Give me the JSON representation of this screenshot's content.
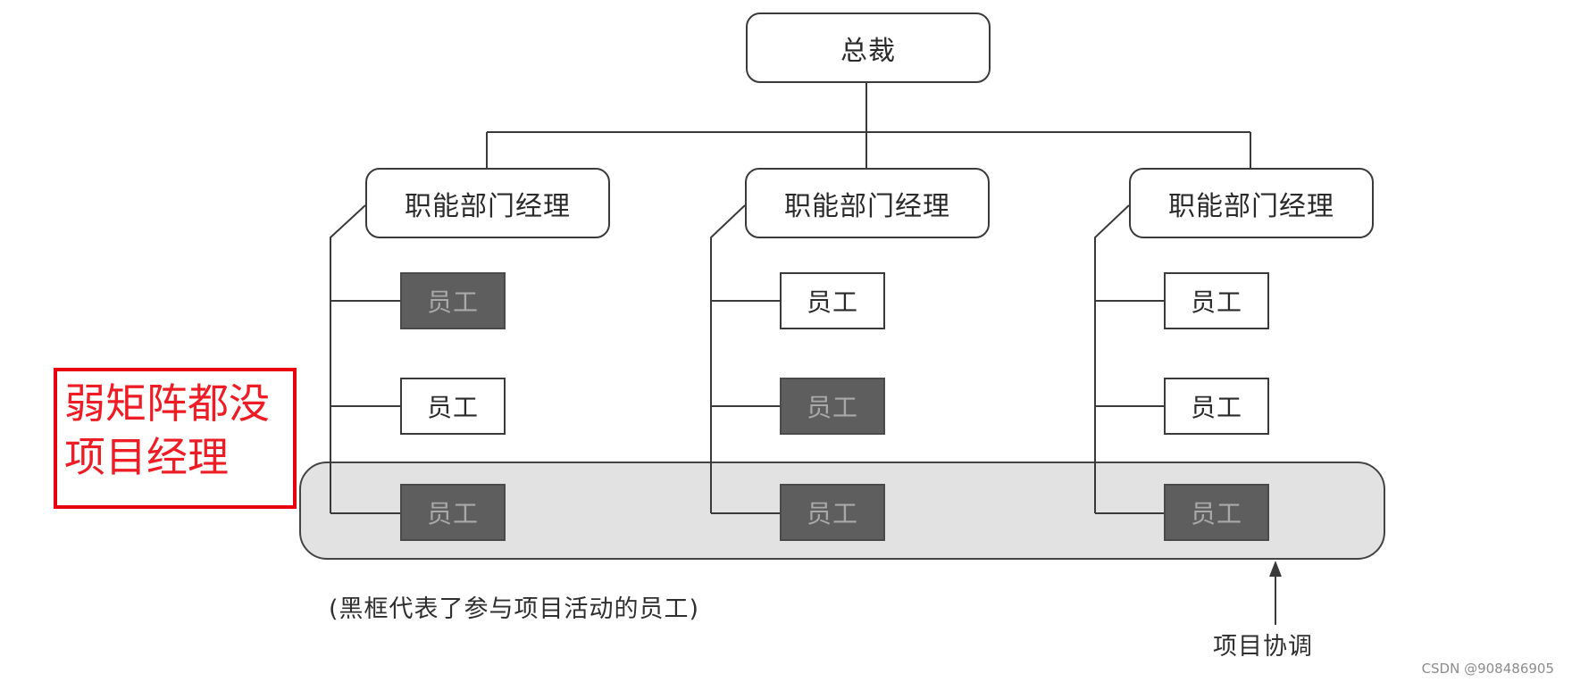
{
  "president": {
    "label": "总裁"
  },
  "departments": [
    {
      "manager_label": "职能部门经理",
      "staff": [
        {
          "label": "员工",
          "in_project": true
        },
        {
          "label": "员工",
          "in_project": false
        },
        {
          "label": "员工",
          "in_project": true
        }
      ]
    },
    {
      "manager_label": "职能部门经理",
      "staff": [
        {
          "label": "员工",
          "in_project": false
        },
        {
          "label": "员工",
          "in_project": true
        },
        {
          "label": "员工",
          "in_project": true
        }
      ]
    },
    {
      "manager_label": "职能部门经理",
      "staff": [
        {
          "label": "员工",
          "in_project": false
        },
        {
          "label": "员工",
          "in_project": false
        },
        {
          "label": "员工",
          "in_project": true
        }
      ]
    }
  ],
  "caption": "(黑框代表了参与项目活动的员工)",
  "coordination_label": "项目协调",
  "annotation": {
    "line1": "弱矩阵都没",
    "line2": "项目经理"
  },
  "watermark": "CSDN @908486905",
  "colors": {
    "line": "#3a3a3a",
    "project_band": "#e2e2e2",
    "active_staff_fill": "#5e5e5e",
    "annotation_red": "#e8000c"
  }
}
